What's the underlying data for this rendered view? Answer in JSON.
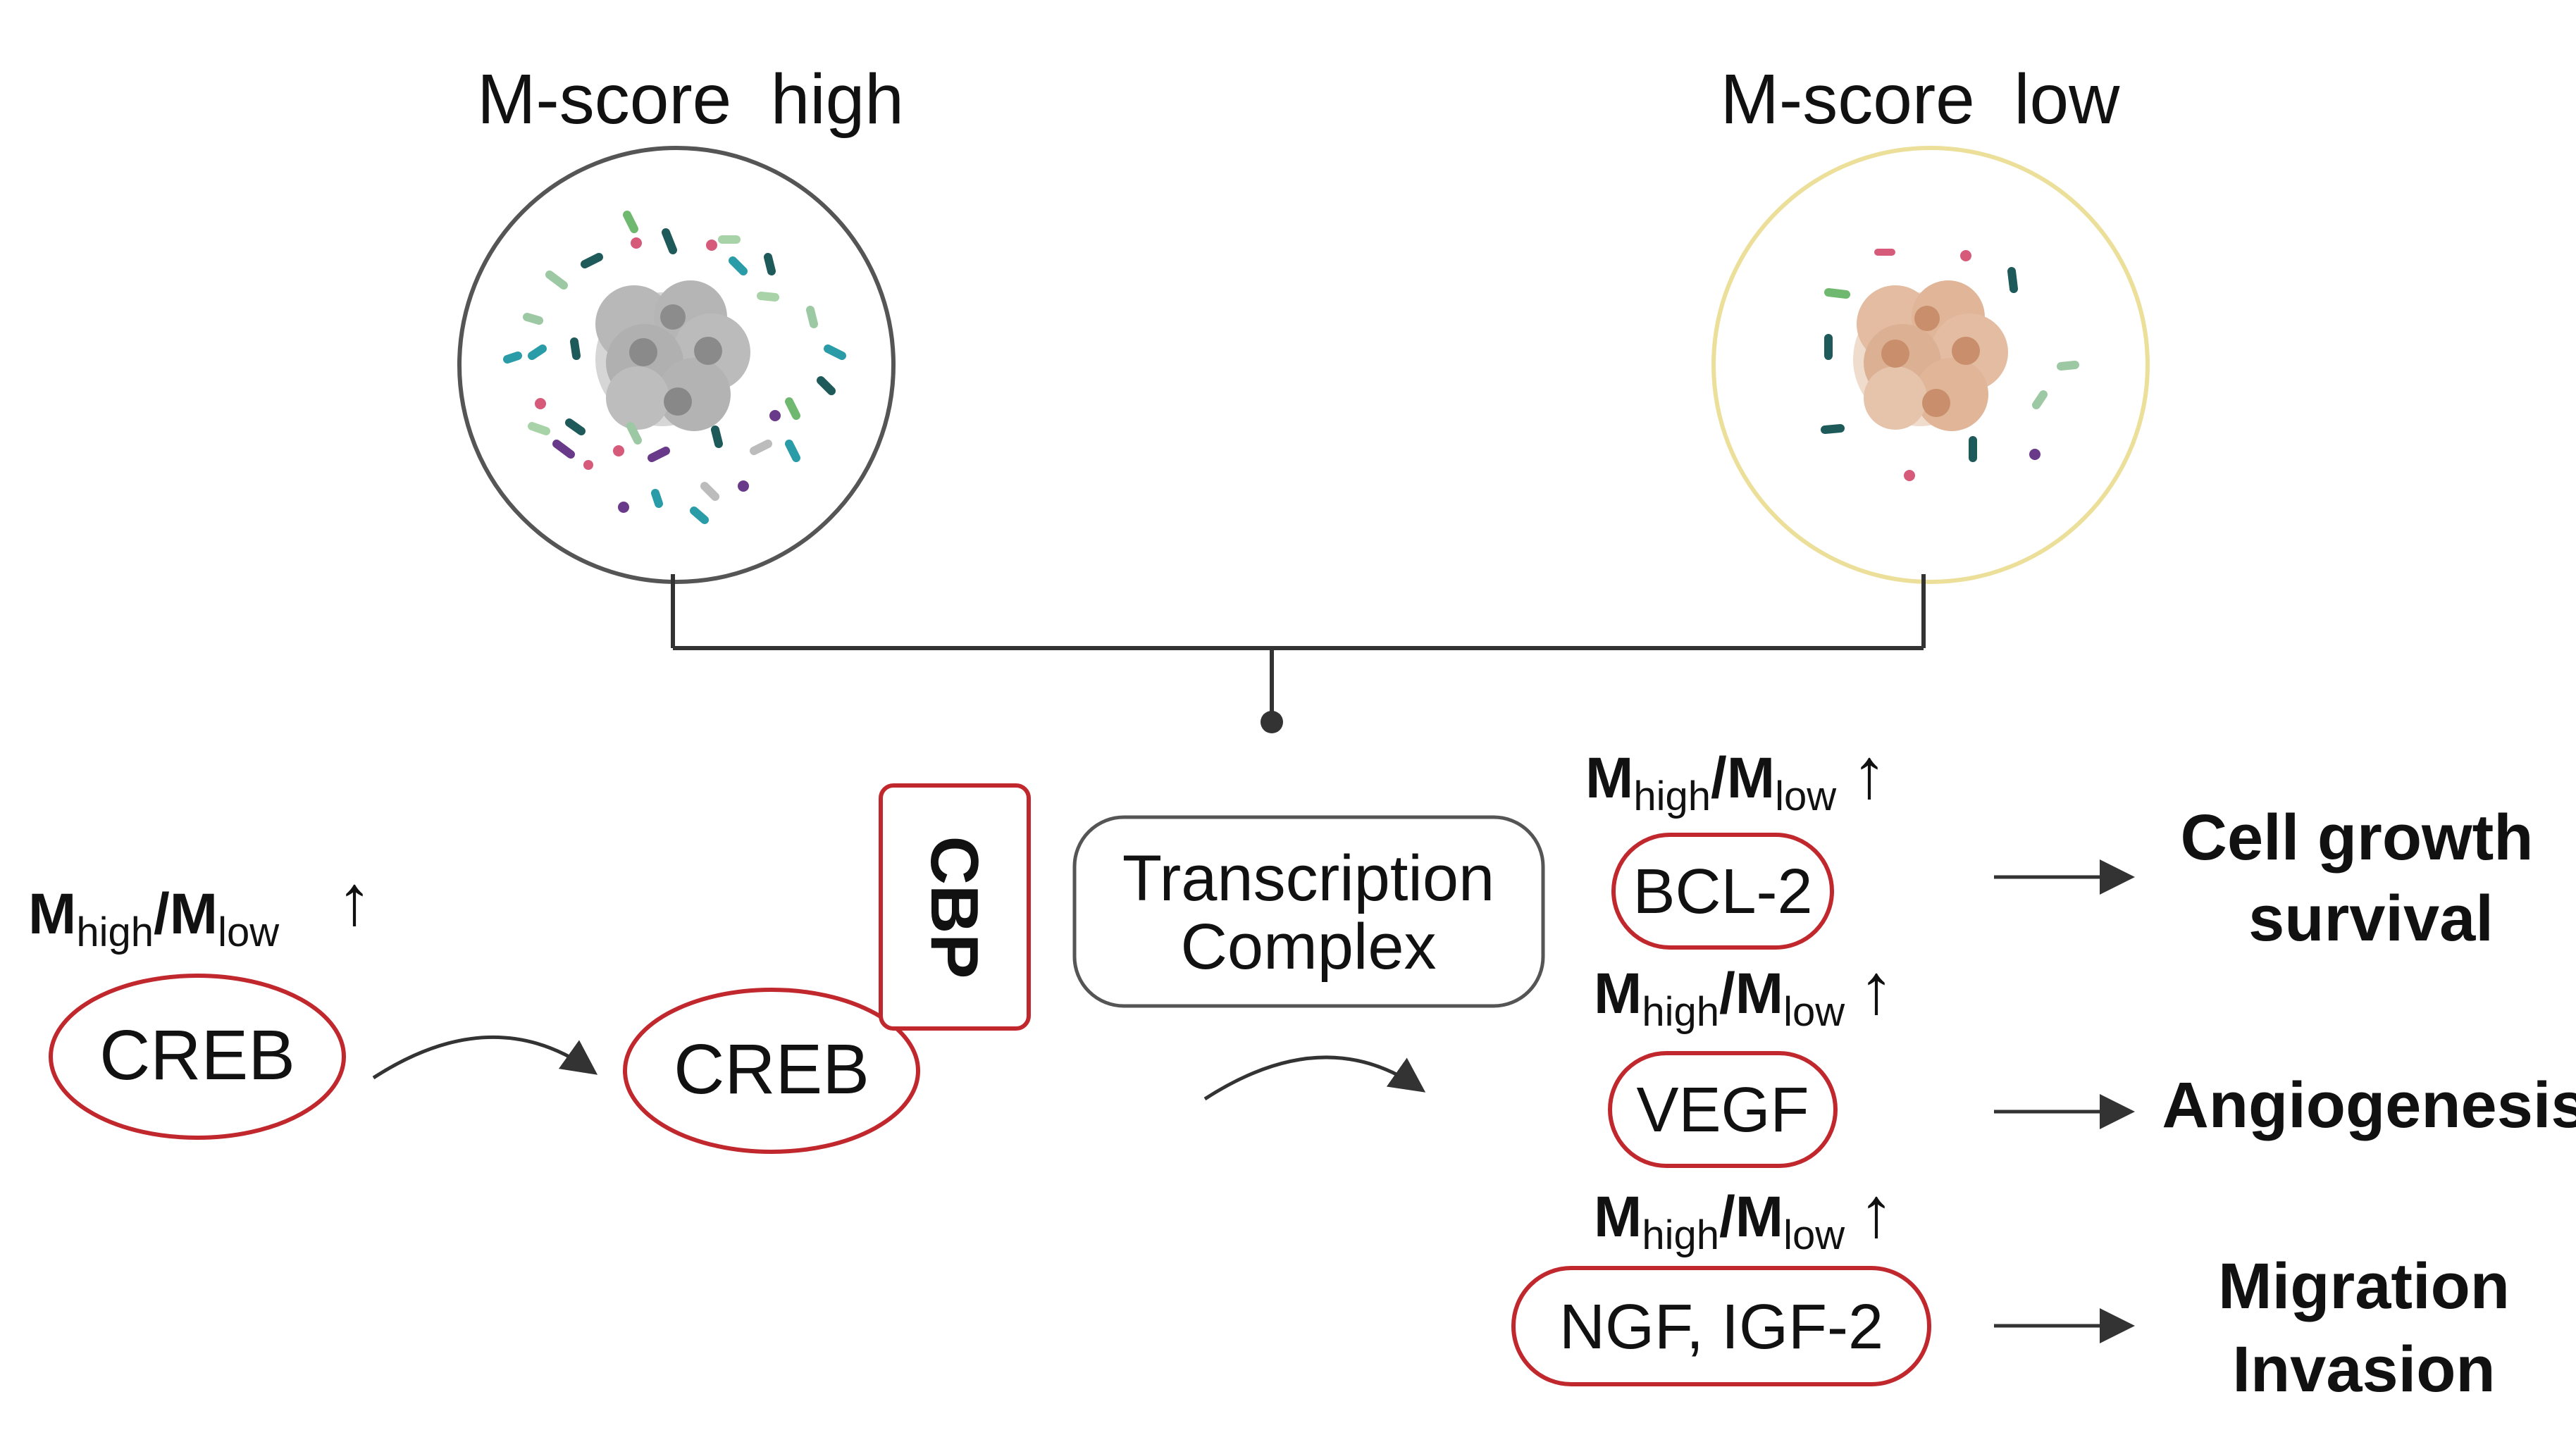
{
  "top": {
    "high_label": "M-score  high",
    "low_label": "M-score  low"
  },
  "ratio": {
    "m": "M",
    "high_sub": "high",
    "slash": "/",
    "low_sub": "low",
    "arrow": "↑"
  },
  "nodes": {
    "creb_left": "CREB",
    "creb_right": "CREB",
    "cbp": "CBP",
    "tc_line1": "Transcription",
    "tc_line2": "Complex",
    "bcl2": "BCL-2",
    "vegf": "VEGF",
    "ngf_igf2": "NGF, IGF-2"
  },
  "outcomes": {
    "growth_line1": "Cell growth",
    "growth_line2": "survival",
    "angiogenesis": "Angiogenesis",
    "migration_line1": "Migration",
    "migration_line2": "Invasion"
  },
  "colors": {
    "node_border": "#c0282d",
    "line": "#333333",
    "high_ring": "#555555",
    "low_ring": "#ecdf9a",
    "tumor_gray": "#9a9a9a",
    "tumor_tan": "#d9a88a"
  }
}
